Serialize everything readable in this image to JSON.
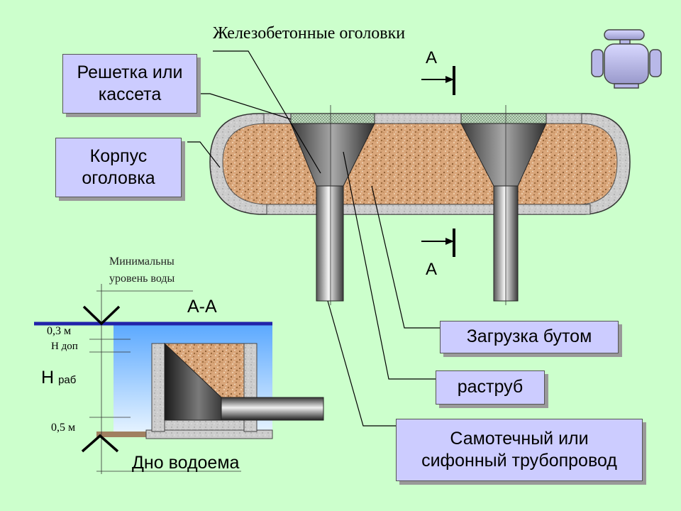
{
  "title": "Железобетонные оголовки",
  "section_marker_top": "А",
  "section_marker_bottom": "А",
  "section_title": "А-А",
  "labels": {
    "grate": "Решетка или\nкассета",
    "body": "Корпус\nоголовка",
    "fill": "Загрузка бутом",
    "bell": "раструб",
    "pipeline": "Самотечный или\nсифонный трубопровод"
  },
  "section": {
    "min_level_line1": "Минимальны",
    "min_level_line2": "уровень воды",
    "dim_top": "0,3 м",
    "h_dop": "Н доп",
    "h_rab_main": "Н",
    "h_rab_sub": "раб",
    "dim_bottom": "0,5 м",
    "bottom_label": "Дно водоема"
  },
  "icon": "robot-icon",
  "colors": {
    "background": "#ccffcc",
    "label_fill": "#ccccff",
    "gravel": "#d9a67a",
    "concrete": "#c8c8c8",
    "water_top": "#3333aa",
    "water_fill": "#66b3ff",
    "seabed": "#a08060"
  }
}
